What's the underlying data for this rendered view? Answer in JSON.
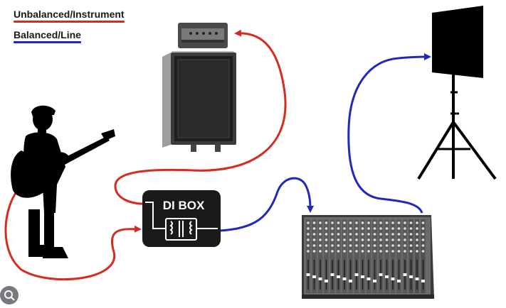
{
  "legend": {
    "unbalanced": {
      "label": "Unbalanced/Instrument",
      "color": "#d62b1f"
    },
    "balanced": {
      "label": "Balanced/Line",
      "color": "#1f2bb8"
    }
  },
  "di_box": {
    "label": "DI BOX"
  },
  "icons": [
    "bass-guitarist-icon",
    "amplifier-icon",
    "di-box-icon",
    "mixing-console-icon",
    "speaker-on-stand-icon",
    "lens-search-icon"
  ]
}
